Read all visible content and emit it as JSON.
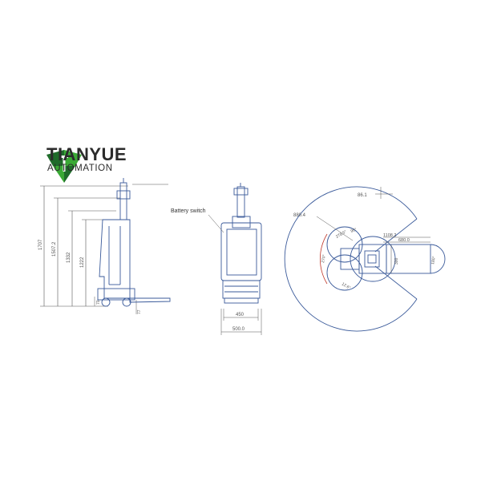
{
  "brand": {
    "name": "TIANYUE",
    "subtitle": "AUTOMATION",
    "colors": {
      "green": "#3aa935",
      "dark_green": "#1f6b2a",
      "text": "#2b2b2b"
    }
  },
  "side_view": {
    "dim_total_height": "1707",
    "dim_mast_height": "1507.2",
    "dim_body_height": "1332",
    "dim_shoulder_height": "1222",
    "dim_base": "70",
    "dim_fork": "77"
  },
  "front_view": {
    "callout_label": "Battery switch",
    "dim_inner_width": "450",
    "dim_outer_width": "500.0"
  },
  "top_view": {
    "dim_r_outer": "880.4",
    "dim_top_offset": "86.1",
    "dim_fork_length": "1108.2",
    "dim_fork_extent": "680.0",
    "dim_fork_width": "300",
    "dim_end_angle": "180°",
    "dim_angle_a": "278.5°",
    "dim_angle_b": "270°",
    "dim_angle_c": "90°",
    "dim_angle_d": "12.6°"
  },
  "colors": {
    "line": "#3a5a9a",
    "dim": "#555555",
    "accent_red": "#c0392b"
  }
}
